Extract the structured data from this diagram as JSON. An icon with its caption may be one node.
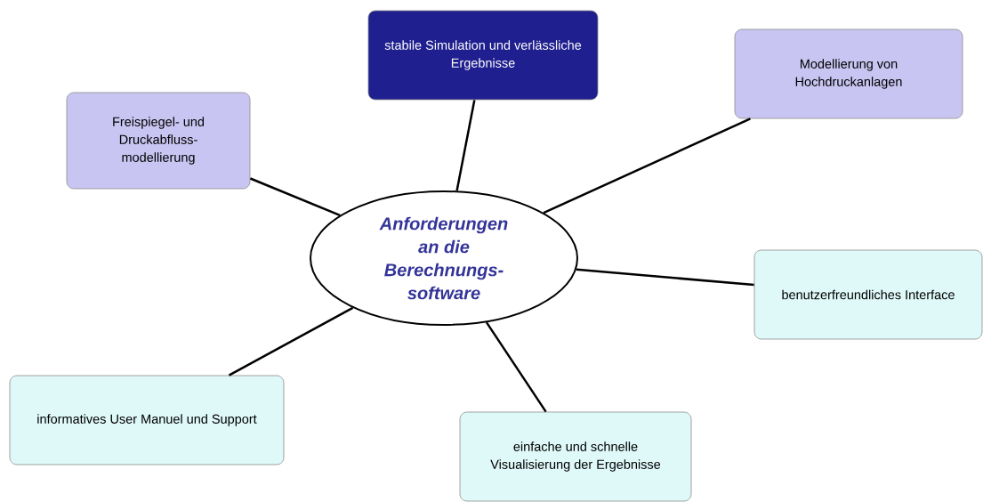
{
  "diagram": {
    "nodes": [
      {
        "text": [
          "Anforderungen an die Berechnungs- software"
        ]
      },
      {
        "text": [
          "stabile Simulation und verlässliche Ergebnisse"
        ]
      },
      {
        "text": [
          "Modellierung von Hochdruckanlagen"
        ]
      },
      {
        "text": [
          "Freispiegel- und Druckabfluss- modellierung"
        ]
      },
      {
        "text": [
          "benutzerfreundliches Interface"
        ]
      },
      {
        "text": [
          "informatives User Manuel und Support"
        ]
      },
      {
        "text": [
          "einfache und schnelle Visualisierung der Ergebnisse"
        ]
      }
    ],
    "edges": [
      {
        "from": 0,
        "to": 1,
        "arrow": "none"
      },
      {
        "from": 0,
        "to": 2,
        "arrow": "none"
      },
      {
        "from": 0,
        "to": 3,
        "arrow": "none"
      },
      {
        "from": 0,
        "to": 4,
        "arrow": "none"
      },
      {
        "from": 0,
        "to": 5,
        "arrow": "none"
      },
      {
        "from": 0,
        "to": 6,
        "arrow": "none"
      }
    ]
  }
}
